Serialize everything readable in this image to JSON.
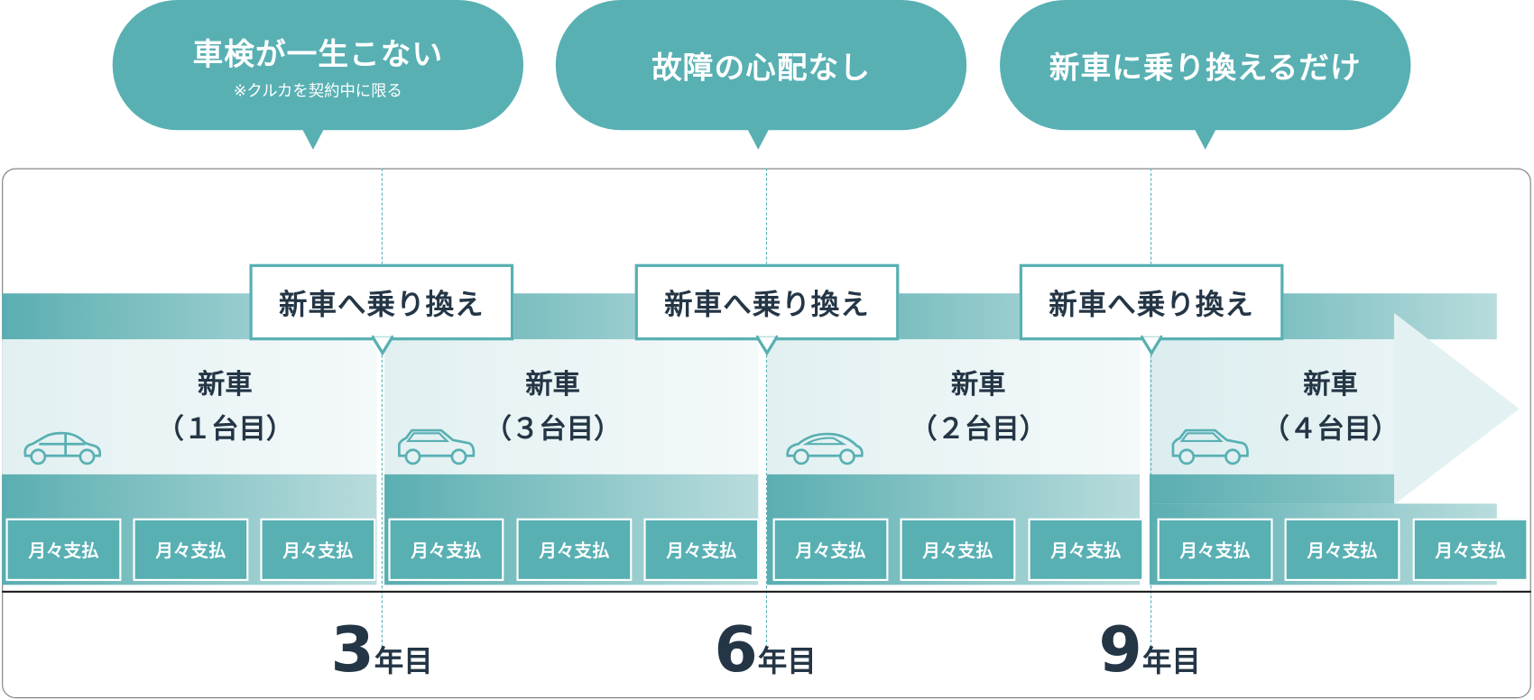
{
  "bubbles": [
    {
      "text": "車検が一生こない",
      "note": "※クルカを契約中に限る"
    },
    {
      "text": "故障の心配なし"
    },
    {
      "text": "新車に乗り換えるだけ"
    }
  ],
  "switch_label": "新車へ乗り換え",
  "segments": [
    {
      "title": "新車",
      "sub": "（１台目）"
    },
    {
      "title": "新車",
      "sub": "（３台目）"
    },
    {
      "title": "新車",
      "sub": "（２台目）"
    },
    {
      "title": "新車",
      "sub": "（４台目）"
    }
  ],
  "payment_label": "月々支払",
  "years": [
    {
      "num": "3",
      "unit": "年目"
    },
    {
      "num": "6",
      "unit": "年目"
    },
    {
      "num": "9",
      "unit": "年目"
    }
  ],
  "colors": {
    "teal": "#58b0b3",
    "navy": "#243646"
  }
}
